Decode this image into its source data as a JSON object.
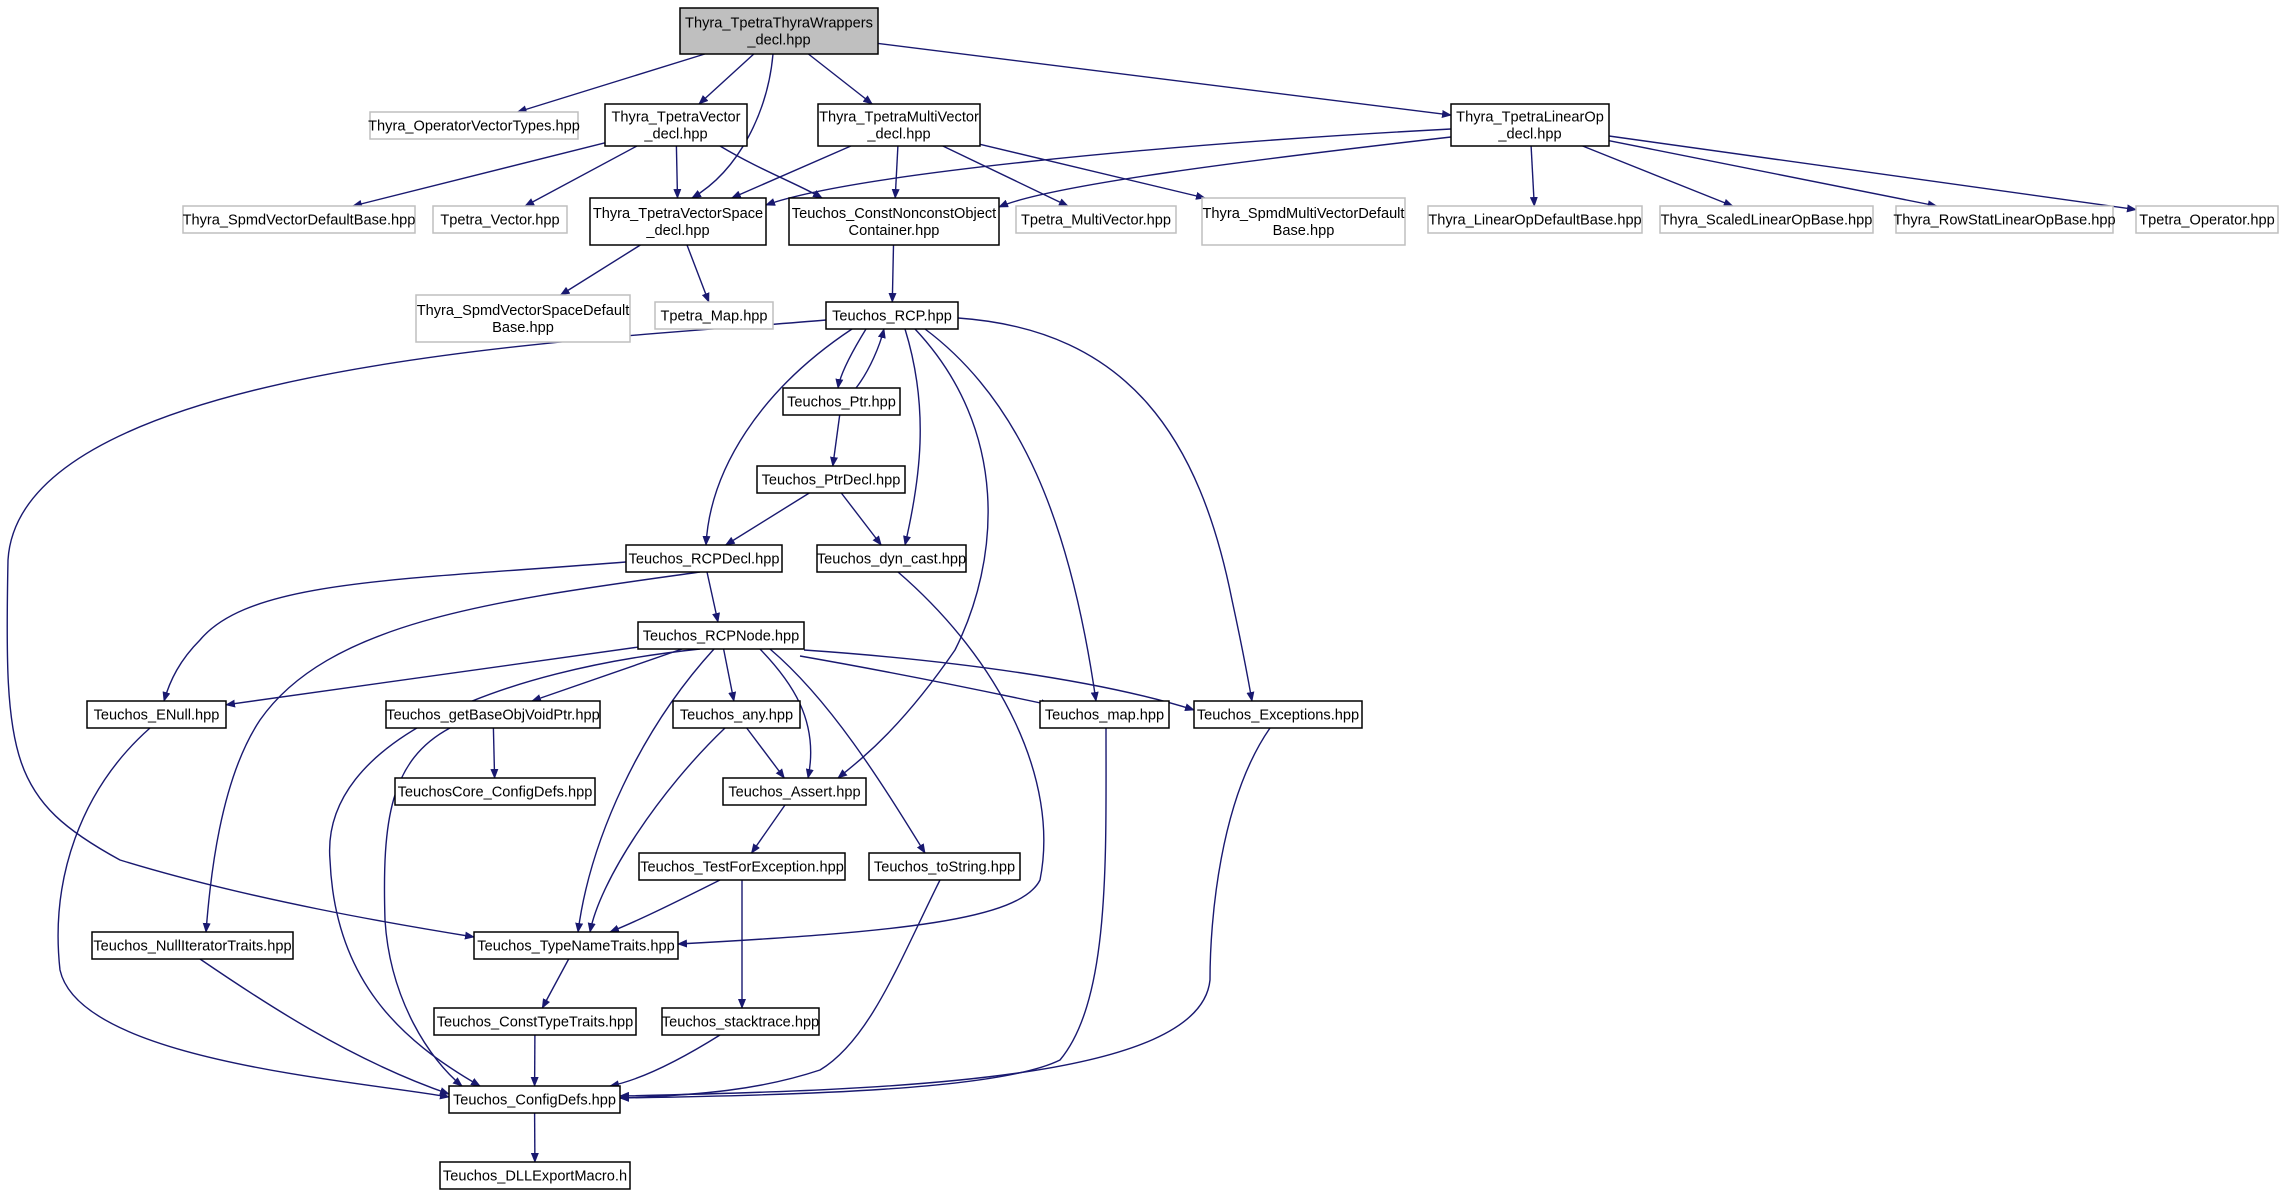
{
  "diagram": {
    "colors": {
      "edge": "#191970",
      "root_fill": "#bfbfbf",
      "box_stroke": "#000000",
      "external_stroke": "#bfbfbf",
      "text": "#000000"
    },
    "nodes": [
      {
        "id": "n_root",
        "lines": [
          "Thyra_TpetraThyraWrappers",
          "_decl.hpp"
        ],
        "style": "root"
      },
      {
        "id": "n_opvt",
        "lines": [
          "Thyra_OperatorVectorTypes.hpp"
        ],
        "style": "external"
      },
      {
        "id": "n_tvec",
        "lines": [
          "Thyra_TpetraVector",
          "_decl.hpp"
        ],
        "style": "box"
      },
      {
        "id": "n_tmv",
        "lines": [
          "Thyra_TpetraMultiVector",
          "_decl.hpp"
        ],
        "style": "box"
      },
      {
        "id": "n_tlo",
        "lines": [
          "Thyra_TpetraLinearOp",
          "_decl.hpp"
        ],
        "style": "box"
      },
      {
        "id": "n_svdb",
        "lines": [
          "Thyra_SpmdVectorDefaultBase.hpp"
        ],
        "style": "external"
      },
      {
        "id": "n_tpvec",
        "lines": [
          "Tpetra_Vector.hpp"
        ],
        "style": "external"
      },
      {
        "id": "n_tvs",
        "lines": [
          "Thyra_TpetraVectorSpace",
          "_decl.hpp"
        ],
        "style": "box"
      },
      {
        "id": "n_cnoc",
        "lines": [
          "Teuchos_ConstNonconstObject",
          "Container.hpp"
        ],
        "style": "box"
      },
      {
        "id": "n_tpmv",
        "lines": [
          "Tpetra_MultiVector.hpp"
        ],
        "style": "external"
      },
      {
        "id": "n_smvdb",
        "lines": [
          "Thyra_SpmdMultiVectorDefault",
          "Base.hpp"
        ],
        "style": "external"
      },
      {
        "id": "n_lodb",
        "lines": [
          "Thyra_LinearOpDefaultBase.hpp"
        ],
        "style": "external"
      },
      {
        "id": "n_slob",
        "lines": [
          "Thyra_ScaledLinearOpBase.hpp"
        ],
        "style": "external"
      },
      {
        "id": "n_rslob",
        "lines": [
          "Thyra_RowStatLinearOpBase.hpp"
        ],
        "style": "external"
      },
      {
        "id": "n_tpop",
        "lines": [
          "Tpetra_Operator.hpp"
        ],
        "style": "external"
      },
      {
        "id": "n_svsdb",
        "lines": [
          "Thyra_SpmdVectorSpaceDefault",
          "Base.hpp"
        ],
        "style": "external"
      },
      {
        "id": "n_tpmap",
        "lines": [
          "Tpetra_Map.hpp"
        ],
        "style": "external"
      },
      {
        "id": "n_rcp",
        "lines": [
          "Teuchos_RCP.hpp"
        ],
        "style": "box"
      },
      {
        "id": "n_ptr",
        "lines": [
          "Teuchos_Ptr.hpp"
        ],
        "style": "box"
      },
      {
        "id": "n_ptrdecl",
        "lines": [
          "Teuchos_PtrDecl.hpp"
        ],
        "style": "box"
      },
      {
        "id": "n_rcpdecl",
        "lines": [
          "Teuchos_RCPDecl.hpp"
        ],
        "style": "box"
      },
      {
        "id": "n_dyncast",
        "lines": [
          "Teuchos_dyn_cast.hpp"
        ],
        "style": "box"
      },
      {
        "id": "n_rcpnode",
        "lines": [
          "Teuchos_RCPNode.hpp"
        ],
        "style": "box"
      },
      {
        "id": "n_enull",
        "lines": [
          "Teuchos_ENull.hpp"
        ],
        "style": "box"
      },
      {
        "id": "n_gbovp",
        "lines": [
          "Teuchos_getBaseObjVoidPtr.hpp"
        ],
        "style": "box"
      },
      {
        "id": "n_any",
        "lines": [
          "Teuchos_any.hpp"
        ],
        "style": "box"
      },
      {
        "id": "n_map",
        "lines": [
          "Teuchos_map.hpp"
        ],
        "style": "box"
      },
      {
        "id": "n_exc",
        "lines": [
          "Teuchos_Exceptions.hpp"
        ],
        "style": "box"
      },
      {
        "id": "n_corecfg",
        "lines": [
          "TeuchosCore_ConfigDefs.hpp"
        ],
        "style": "box"
      },
      {
        "id": "n_assert",
        "lines": [
          "Teuchos_Assert.hpp"
        ],
        "style": "box"
      },
      {
        "id": "n_tfe",
        "lines": [
          "Teuchos_TestForException.hpp"
        ],
        "style": "box"
      },
      {
        "id": "n_tostr",
        "lines": [
          "Teuchos_toString.hpp"
        ],
        "style": "box"
      },
      {
        "id": "n_nit",
        "lines": [
          "Teuchos_NullIteratorTraits.hpp"
        ],
        "style": "box"
      },
      {
        "id": "n_tnt",
        "lines": [
          "Teuchos_TypeNameTraits.hpp"
        ],
        "style": "box"
      },
      {
        "id": "n_ctt",
        "lines": [
          "Teuchos_ConstTypeTraits.hpp"
        ],
        "style": "box"
      },
      {
        "id": "n_st",
        "lines": [
          "Teuchos_stacktrace.hpp"
        ],
        "style": "box"
      },
      {
        "id": "n_cfg",
        "lines": [
          "Teuchos_ConfigDefs.hpp"
        ],
        "style": "box"
      },
      {
        "id": "n_dll",
        "lines": [
          "Teuchos_DLLExportMacro.h"
        ],
        "style": "box"
      }
    ],
    "edges": [
      {
        "from": "n_root",
        "to": "n_opvt"
      },
      {
        "from": "n_root",
        "to": "n_tvec"
      },
      {
        "from": "n_root",
        "to": "n_tmv"
      },
      {
        "from": "n_root",
        "to": "n_tlo"
      },
      {
        "from": "n_root",
        "to": "n_tvs"
      },
      {
        "from": "n_tvec",
        "to": "n_svdb"
      },
      {
        "from": "n_tvec",
        "to": "n_tpvec"
      },
      {
        "from": "n_tvec",
        "to": "n_tvs"
      },
      {
        "from": "n_tvec",
        "to": "n_cnoc"
      },
      {
        "from": "n_tmv",
        "to": "n_tvs"
      },
      {
        "from": "n_tmv",
        "to": "n_cnoc"
      },
      {
        "from": "n_tmv",
        "to": "n_tpmv"
      },
      {
        "from": "n_tmv",
        "to": "n_smvdb"
      },
      {
        "from": "n_tlo",
        "to": "n_tvs"
      },
      {
        "from": "n_tlo",
        "to": "n_cnoc"
      },
      {
        "from": "n_tlo",
        "to": "n_lodb"
      },
      {
        "from": "n_tlo",
        "to": "n_slob"
      },
      {
        "from": "n_tlo",
        "to": "n_rslob"
      },
      {
        "from": "n_tlo",
        "to": "n_tpop"
      },
      {
        "from": "n_tvs",
        "to": "n_svsdb"
      },
      {
        "from": "n_tvs",
        "to": "n_tpmap"
      },
      {
        "from": "n_cnoc",
        "to": "n_rcp"
      },
      {
        "from": "n_rcp",
        "to": "n_ptr"
      },
      {
        "from": "n_ptr",
        "to": "n_rcp"
      },
      {
        "from": "n_rcp",
        "to": "n_rcpdecl"
      },
      {
        "from": "n_rcp",
        "to": "n_dyncast"
      },
      {
        "from": "n_rcp",
        "to": "n_assert"
      },
      {
        "from": "n_rcp",
        "to": "n_map"
      },
      {
        "from": "n_rcp",
        "to": "n_exc"
      },
      {
        "from": "n_rcp",
        "to": "n_tnt"
      },
      {
        "from": "n_ptr",
        "to": "n_ptrdecl"
      },
      {
        "from": "n_ptrdecl",
        "to": "n_rcpdecl"
      },
      {
        "from": "n_ptrdecl",
        "to": "n_dyncast"
      },
      {
        "from": "n_rcpdecl",
        "to": "n_rcpnode"
      },
      {
        "from": "n_rcpdecl",
        "to": "n_enull"
      },
      {
        "from": "n_rcpdecl",
        "to": "n_nit"
      },
      {
        "from": "n_dyncast",
        "to": "n_tnt"
      },
      {
        "from": "n_rcpnode",
        "to": "n_enull"
      },
      {
        "from": "n_rcpnode",
        "to": "n_gbovp"
      },
      {
        "from": "n_rcpnode",
        "to": "n_any"
      },
      {
        "from": "n_rcpnode",
        "to": "n_assert"
      },
      {
        "from": "n_rcpnode",
        "to": "n_map"
      },
      {
        "from": "n_rcpnode",
        "to": "n_exc"
      },
      {
        "from": "n_rcpnode",
        "to": "n_tostr"
      },
      {
        "from": "n_rcpnode",
        "to": "n_tnt"
      },
      {
        "from": "n_rcpnode",
        "to": "n_cfg"
      },
      {
        "from": "n_enull",
        "to": "n_cfg"
      },
      {
        "from": "n_gbovp",
        "to": "n_corecfg"
      },
      {
        "from": "n_gbovp",
        "to": "n_cfg"
      },
      {
        "from": "n_any",
        "to": "n_assert"
      },
      {
        "from": "n_any",
        "to": "n_tnt"
      },
      {
        "from": "n_assert",
        "to": "n_tfe"
      },
      {
        "from": "n_tfe",
        "to": "n_tnt"
      },
      {
        "from": "n_tfe",
        "to": "n_st"
      },
      {
        "from": "n_tostr",
        "to": "n_cfg"
      },
      {
        "from": "n_map",
        "to": "n_cfg"
      },
      {
        "from": "n_exc",
        "to": "n_cfg"
      },
      {
        "from": "n_nit",
        "to": "n_cfg"
      },
      {
        "from": "n_tnt",
        "to": "n_ctt"
      },
      {
        "from": "n_ctt",
        "to": "n_cfg"
      },
      {
        "from": "n_st",
        "to": "n_cfg"
      },
      {
        "from": "n_cfg",
        "to": "n_dll"
      }
    ]
  }
}
